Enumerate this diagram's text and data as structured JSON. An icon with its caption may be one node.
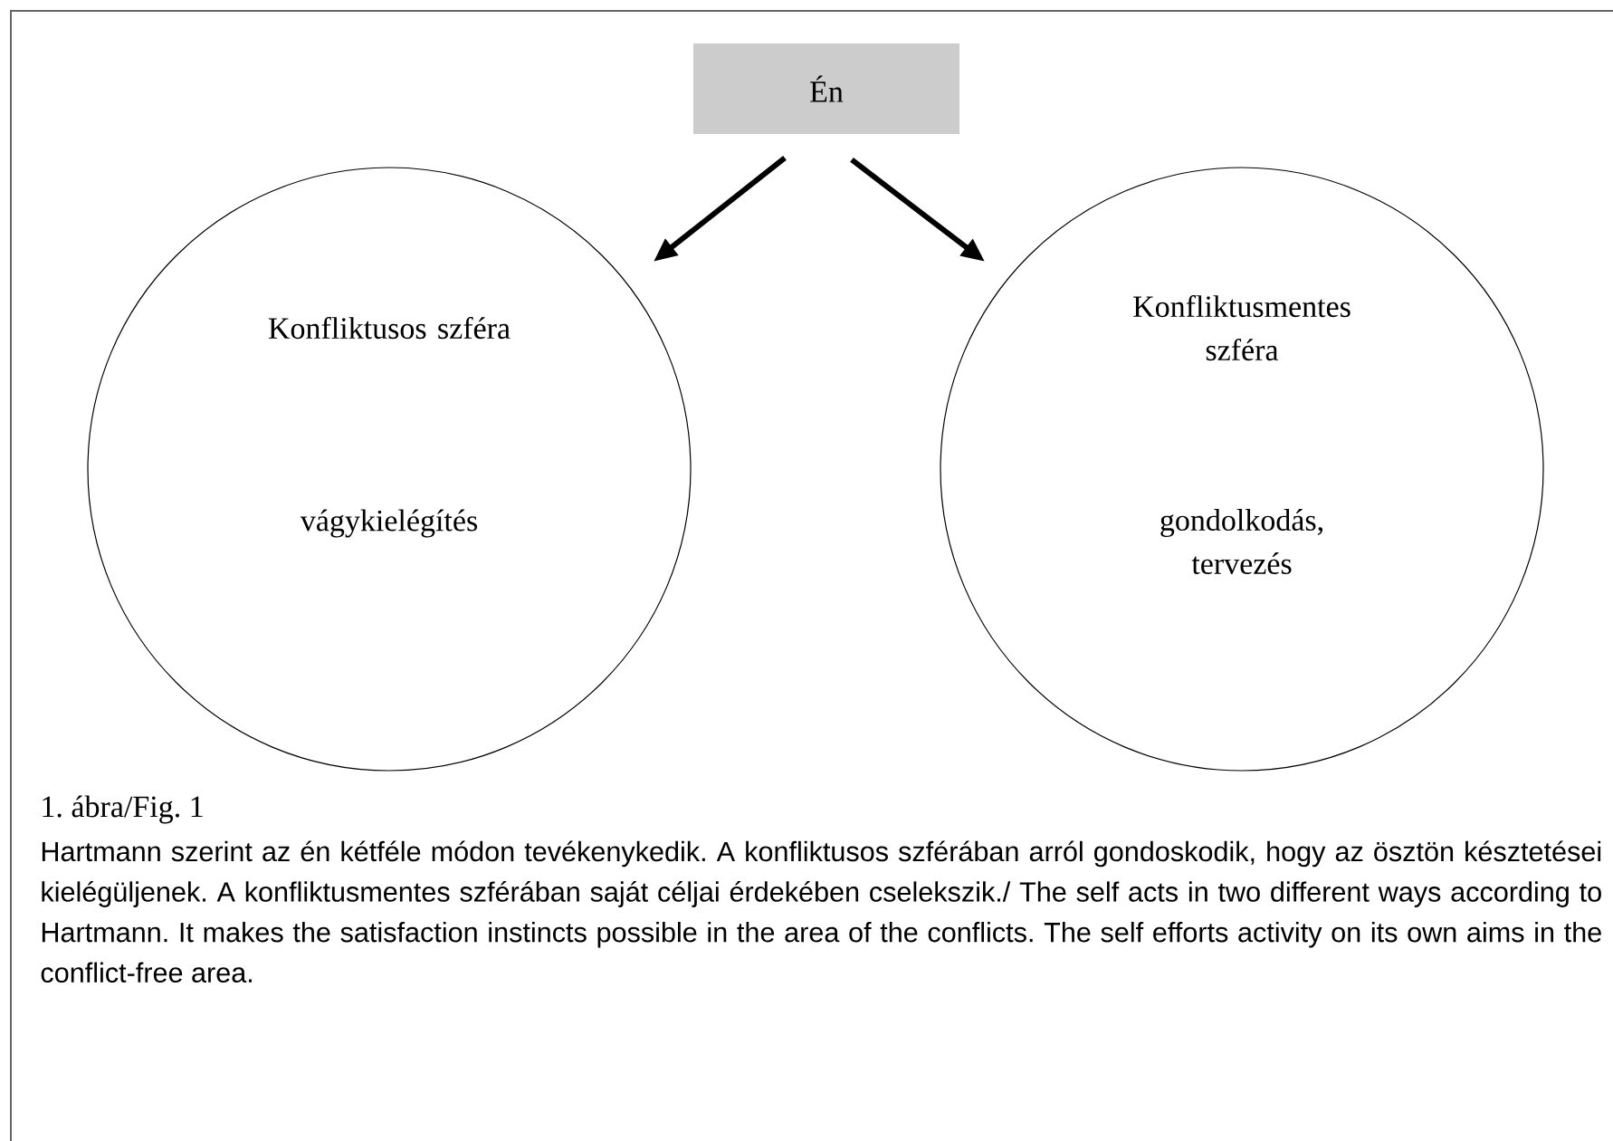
{
  "diagram": {
    "title": "1. ábra/Fig. 1",
    "caption": "Hartmann szerint az én kétféle módon tevékenykedik. A konfliktusos szférában arról gondoskodik, hogy az ösztön késztetései kielégüljenek. A konfliktusmentes szférában saját céljai érdekében cselekszik./ The self acts in two different ways according to Hartmann. It makes the satisfaction instincts possible in the area of the conflicts. The self efforts activity on its own aims in the conflict-free area.",
    "nodes": [
      {
        "text": [
          "Én"
        ]
      },
      {
        "text": [
          "Konfliktusos szféra",
          "vágykielégítés"
        ]
      },
      {
        "text": [
          "Konfliktusmentes szféra",
          "gondolkodás, tervezés"
        ]
      }
    ],
    "edges": [
      {
        "from": 0,
        "to": 1,
        "arrow": "to"
      },
      {
        "from": 0,
        "to": 2,
        "arrow": "to"
      }
    ]
  }
}
